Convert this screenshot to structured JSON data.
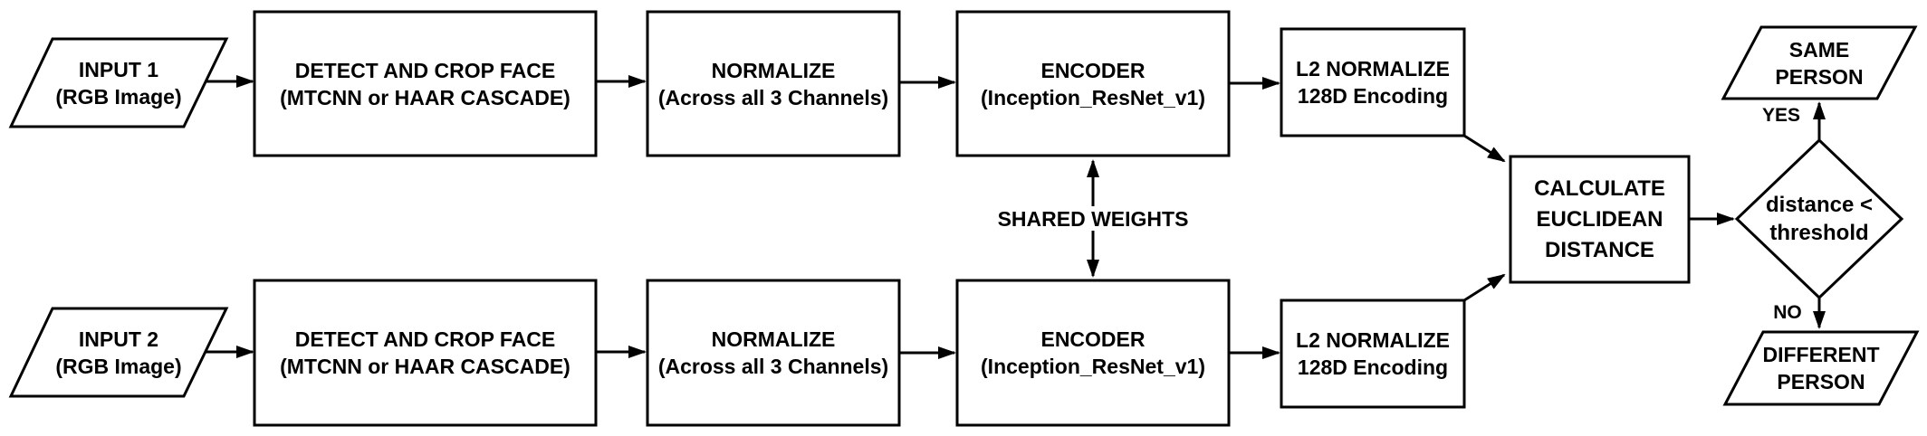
{
  "colors": {
    "ink": "#000000",
    "paper": "#ffffff"
  },
  "nodes": {
    "input1": {
      "shape": "parallelogram",
      "lines": [
        "INPUT 1",
        "(RGB Image)"
      ]
    },
    "detect1": {
      "shape": "rect",
      "lines": [
        "DETECT AND CROP FACE",
        "(MTCNN or HAAR CASCADE)"
      ]
    },
    "normalize1": {
      "shape": "rect",
      "lines": [
        "NORMALIZE",
        "(Across all 3 Channels)"
      ]
    },
    "encoder1": {
      "shape": "rect",
      "lines": [
        "ENCODER",
        "(Inception_ResNet_v1)"
      ]
    },
    "l2norm1": {
      "shape": "rect",
      "lines": [
        "L2 NORMALIZE",
        "128D Encoding"
      ]
    },
    "input2": {
      "shape": "parallelogram",
      "lines": [
        "INPUT 2",
        "(RGB Image)"
      ]
    },
    "detect2": {
      "shape": "rect",
      "lines": [
        "DETECT AND CROP FACE",
        "(MTCNN or HAAR CASCADE)"
      ]
    },
    "normalize2": {
      "shape": "rect",
      "lines": [
        "NORMALIZE",
        "(Across all 3 Channels)"
      ]
    },
    "encoder2": {
      "shape": "rect",
      "lines": [
        "ENCODER",
        "(Inception_ResNet_v1)"
      ]
    },
    "l2norm2": {
      "shape": "rect",
      "lines": [
        "L2 NORMALIZE",
        "128D Encoding"
      ]
    },
    "calculate": {
      "shape": "rect",
      "lines": [
        "CALCULATE",
        "EUCLIDEAN",
        "DISTANCE"
      ]
    },
    "decision": {
      "shape": "diamond",
      "lines": [
        "distance <",
        "threshold"
      ]
    },
    "same": {
      "shape": "parallelogram",
      "lines": [
        "SAME",
        "PERSON"
      ]
    },
    "different": {
      "shape": "parallelogram",
      "lines": [
        "DIFFERENT",
        "PERSON"
      ]
    }
  },
  "edge_labels": {
    "shared_weights": "SHARED WEIGHTS",
    "yes": "YES",
    "no": "NO"
  }
}
